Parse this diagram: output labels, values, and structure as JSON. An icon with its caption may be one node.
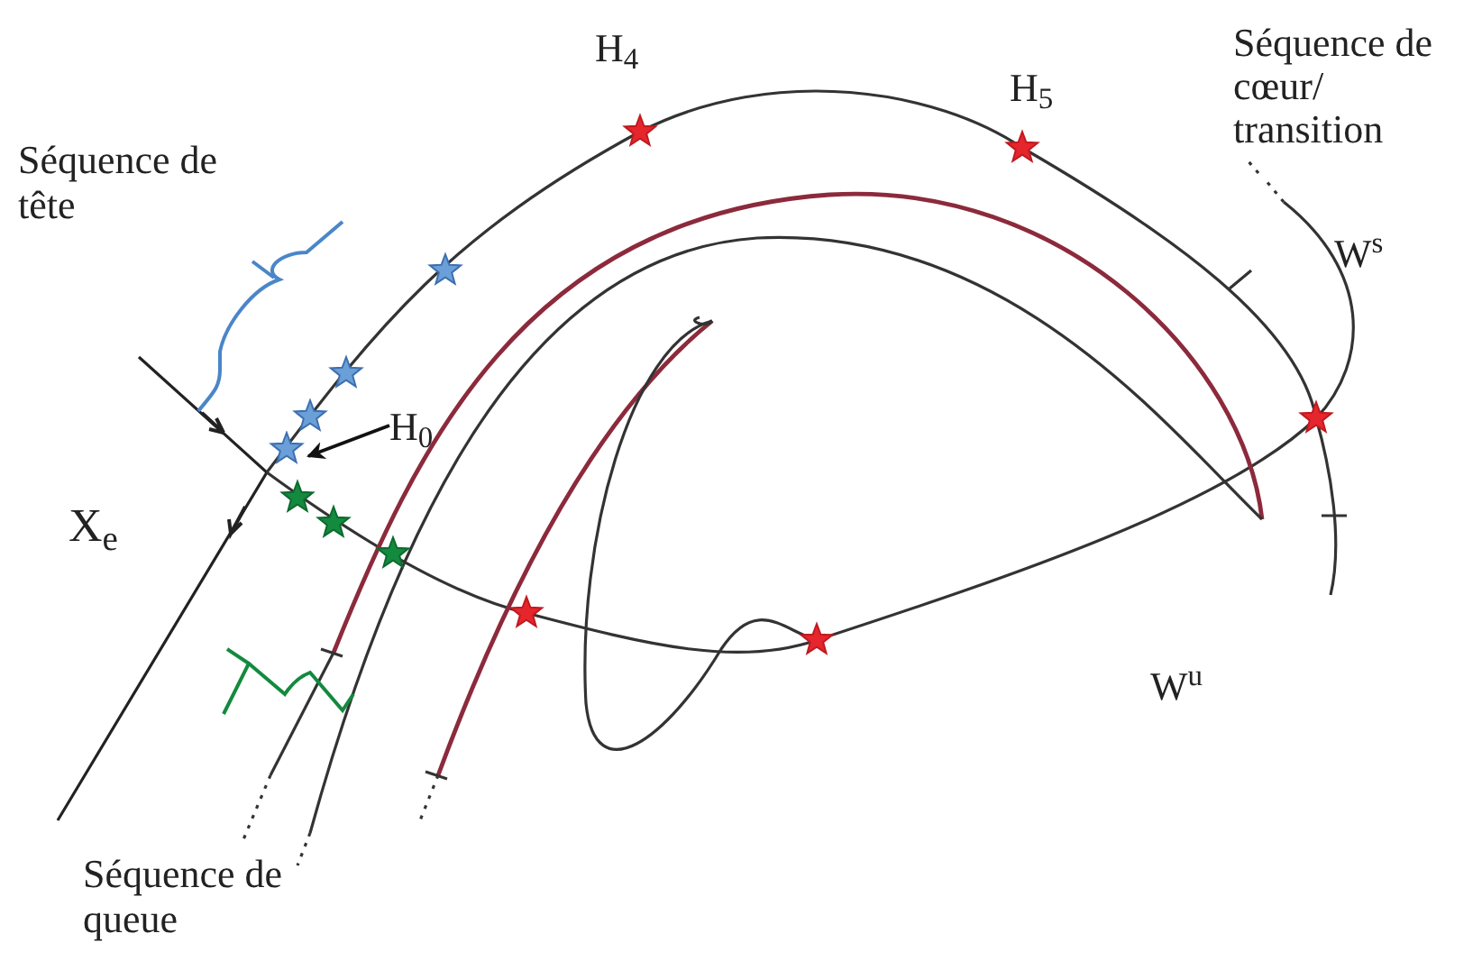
{
  "diagram": {
    "nodes": [
      {
        "text": [
          "H$_{0}$"
        ]
      },
      {
        "text": [],
        "shape": "star"
      }
    ],
    "edges": [
      {
        "from": 0,
        "to": 1,
        "arrow": "to"
      }
    ],
    "labels": [
      "H$_{4}$",
      "H$_{5}$",
      "Séquence de cœur/ transition",
      "Séquence de tête",
      "W$^{s}$",
      "X$_{e}$",
      "W$^{u}$",
      "Séquence de queue"
    ]
  }
}
